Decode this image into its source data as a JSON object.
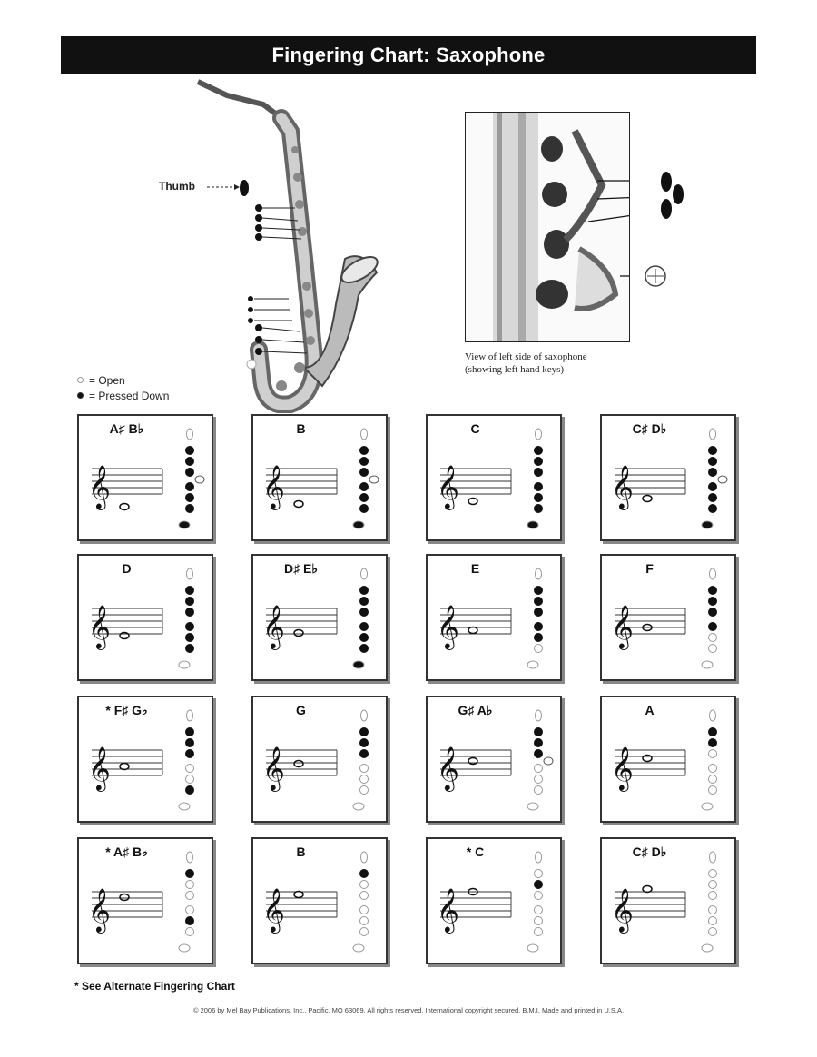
{
  "title": "Fingering Chart: Saxophone",
  "illustration": {
    "thumb_label": "Thumb",
    "side_view_caption_line1": "View of left side of saxophone",
    "side_view_caption_line2": "(showing left hand keys)"
  },
  "legend": {
    "open_label": "= Open",
    "pressed_label": "= Pressed Down"
  },
  "cards": [
    {
      "note": "A♯  B♭",
      "keys": [
        0,
        1,
        1,
        1,
        2,
        1,
        1,
        1,
        3
      ]
    },
    {
      "note": "B",
      "keys": [
        0,
        1,
        1,
        1,
        2,
        1,
        1,
        1,
        3
      ]
    },
    {
      "note": "C",
      "keys": [
        0,
        1,
        1,
        1,
        0,
        1,
        1,
        1,
        3
      ]
    },
    {
      "note": "C♯  D♭",
      "keys": [
        0,
        1,
        1,
        1,
        2,
        1,
        1,
        1,
        3
      ]
    },
    {
      "note": "D",
      "keys": [
        0,
        1,
        1,
        1,
        0,
        1,
        1,
        1,
        0
      ]
    },
    {
      "note": "D♯  E♭",
      "keys": [
        0,
        1,
        1,
        1,
        0,
        1,
        1,
        1,
        3
      ]
    },
    {
      "note": "E",
      "keys": [
        0,
        1,
        1,
        1,
        0,
        1,
        1,
        0,
        0
      ]
    },
    {
      "note": "F",
      "keys": [
        0,
        1,
        1,
        1,
        0,
        1,
        0,
        0,
        0
      ]
    },
    {
      "note": "*  F♯  G♭",
      "keys": [
        0,
        1,
        1,
        1,
        0,
        0,
        0,
        1,
        0
      ]
    },
    {
      "note": "G",
      "keys": [
        0,
        1,
        1,
        1,
        0,
        0,
        0,
        0,
        0
      ]
    },
    {
      "note": "G♯  A♭",
      "keys": [
        0,
        1,
        1,
        1,
        2,
        0,
        0,
        0,
        0
      ]
    },
    {
      "note": "A",
      "keys": [
        0,
        1,
        1,
        0,
        0,
        0,
        0,
        0,
        0
      ]
    },
    {
      "note": "*  A♯  B♭",
      "keys": [
        0,
        1,
        0,
        0,
        0,
        0,
        1,
        0,
        0
      ]
    },
    {
      "note": "B",
      "keys": [
        0,
        1,
        0,
        0,
        0,
        0,
        0,
        0,
        0
      ]
    },
    {
      "note": "*  C",
      "keys": [
        0,
        0,
        1,
        0,
        0,
        0,
        0,
        0,
        0
      ]
    },
    {
      "note": "C♯  D♭",
      "keys": [
        0,
        0,
        0,
        0,
        0,
        0,
        0,
        0,
        0
      ]
    }
  ],
  "footnote": "*  See Alternate Fingering Chart",
  "copyright": "© 2006 by Mel Bay Publications, Inc., Pacific, MO 63069. All rights reserved. International copyright secured. B.M.I. Made and printed in U.S.A.",
  "colors": {
    "title_bg": "#111111",
    "pressed": "#111111",
    "open": "#ffffff"
  }
}
